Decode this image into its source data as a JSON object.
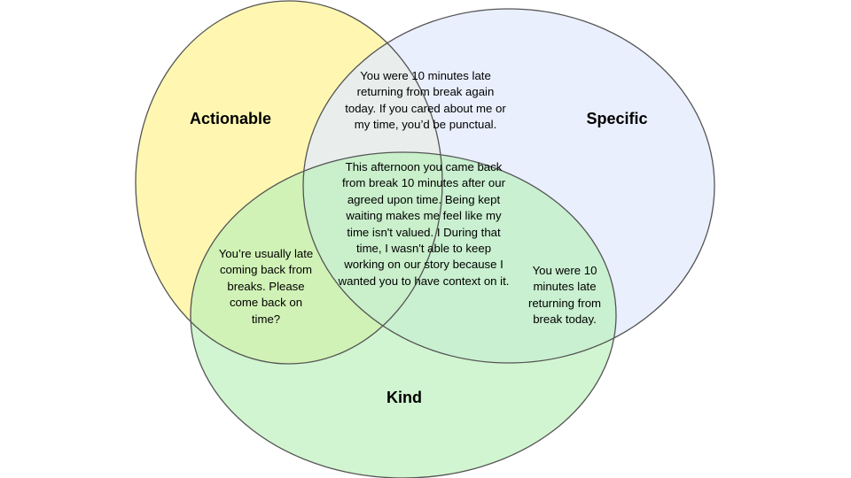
{
  "sets": {
    "actionable": {
      "label": "Actionable",
      "color": "#fff59d"
    },
    "specific": {
      "label": "Specific",
      "color": "#e3ebfc"
    },
    "kind": {
      "label": "Kind",
      "color": "#b8f0b8"
    }
  },
  "regions": {
    "actionable_specific": "You were 10 minutes late returning from break again today. If you cared about me or my time, you’d be punctual.",
    "all_three": "This afternoon you came back from break 10 minutes after our agreed upon time. Being kept waiting makes me feel like my time isn't valued. I During that time, I wasn't able to keep working on our story because I wanted you to have context on it.",
    "actionable_kind": "You’re usually late coming back from breaks. Please come back on time?",
    "specific_kind": "You were 10 minutes late returning from break today."
  },
  "colors": {
    "outline": "#555555"
  }
}
